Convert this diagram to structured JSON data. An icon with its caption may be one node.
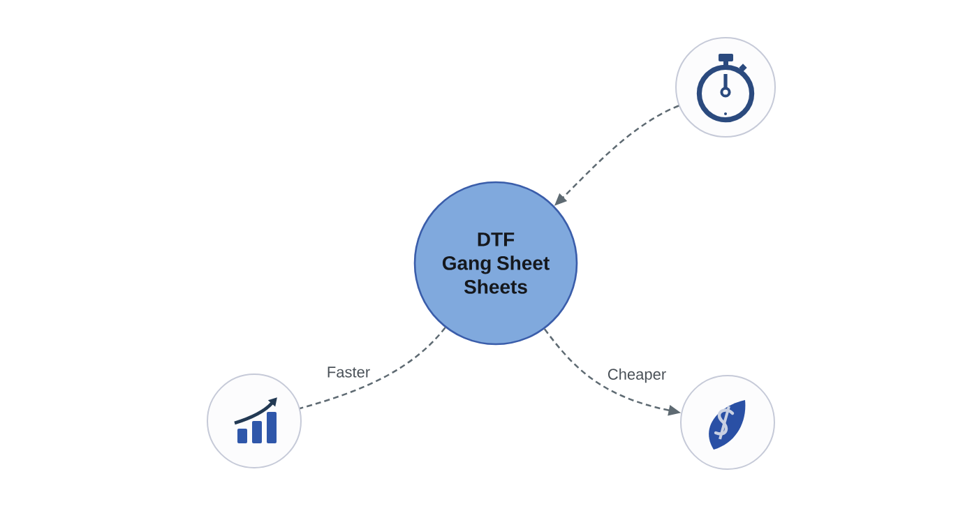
{
  "diagram": {
    "nodes": [
      {
        "text": [],
        "shape": "circle"
      },
      {
        "text": [
          "DTF Gang Sheet Sheets"
        ]
      },
      {
        "text": [],
        "shape": "circle"
      },
      {
        "text": [],
        "shape": "circle"
      }
    ],
    "edges": [
      {
        "from": 0,
        "to": 1,
        "arrow": "to",
        "style": "dashed"
      },
      {
        "from": 1,
        "to": 2,
        "arrow": "none",
        "label": "Faster",
        "style": "dashed"
      },
      {
        "from": 1,
        "to": 3,
        "arrow": "to",
        "label": "Cheaper",
        "style": "dashed"
      }
    ]
  }
}
